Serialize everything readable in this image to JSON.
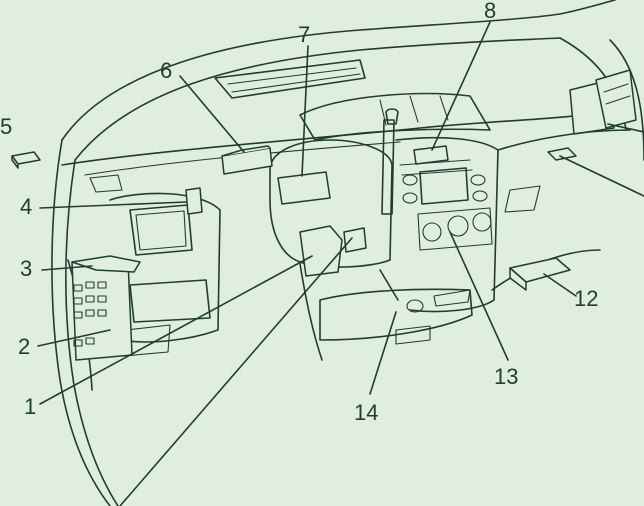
{
  "labels": {
    "l1": "1",
    "l2": "2",
    "l3": "3",
    "l4": "4",
    "l5": "5",
    "l6": "6",
    "l7": "7",
    "l8": "8",
    "l12": "12",
    "l13": "13",
    "l14": "14"
  },
  "colors": {
    "background": "#dfeedd",
    "line": "#1f3d31"
  }
}
